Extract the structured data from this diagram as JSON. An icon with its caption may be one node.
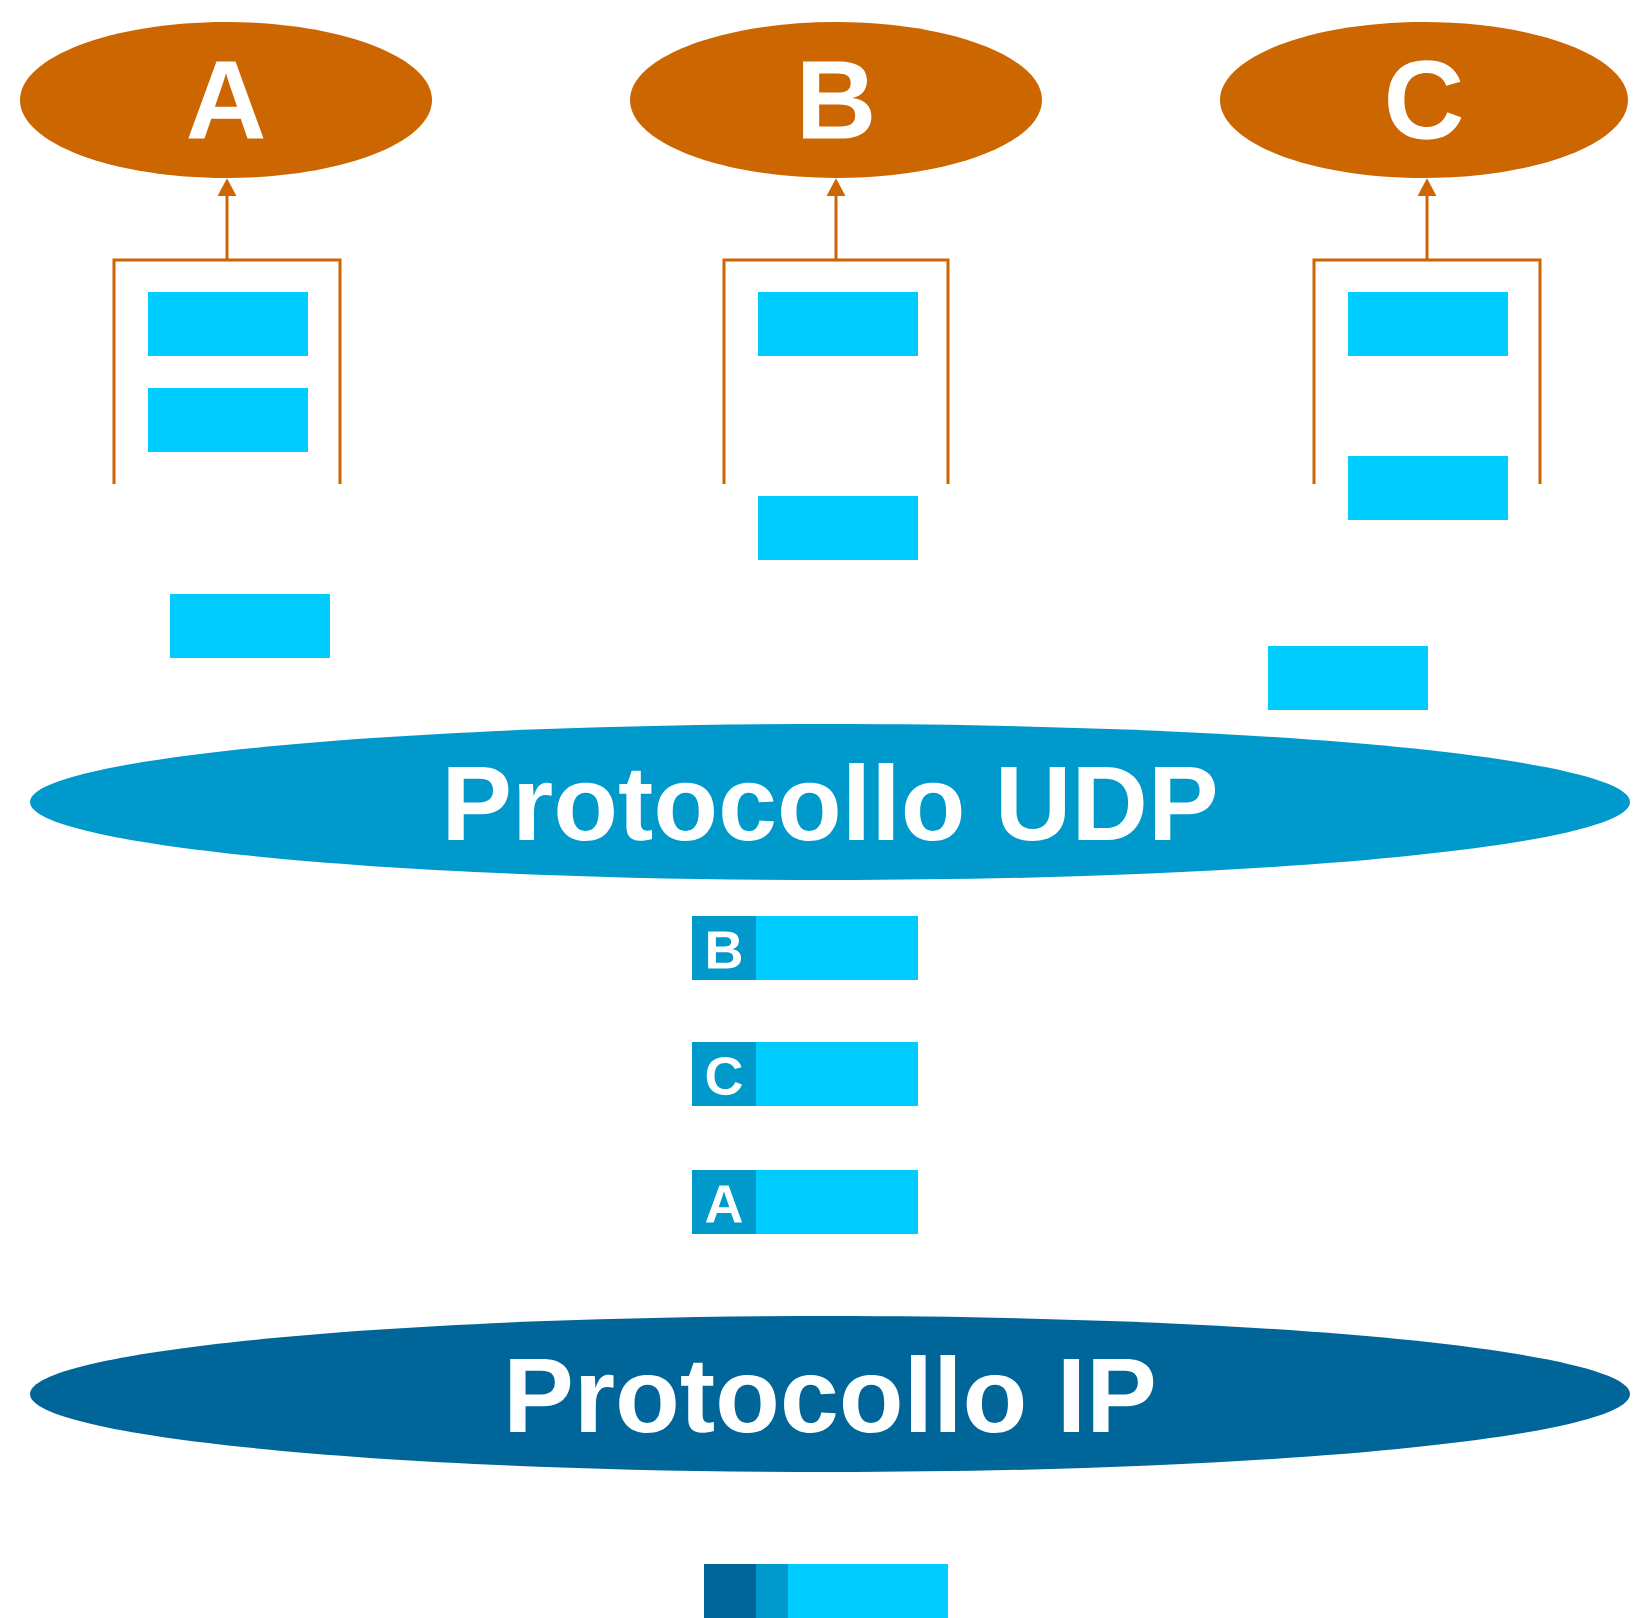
{
  "diagram": {
    "nodes": [
      {
        "text": [
          "A"
        ]
      },
      {
        "text": [
          "B"
        ]
      },
      {
        "text": [
          "C"
        ]
      },
      {
        "text": [],
        "shape": "box"
      },
      {
        "text": [],
        "shape": "box"
      },
      {
        "text": [],
        "shape": "box"
      },
      {
        "text": [],
        "shape": "bar",
        "in": 3
      },
      {
        "text": [],
        "shape": "bar",
        "in": 3
      },
      {
        "text": [],
        "shape": "bar",
        "in": 4
      },
      {
        "text": [],
        "shape": "bar",
        "in": 5
      },
      {
        "text": [],
        "shape": "bar"
      },
      {
        "text": [],
        "shape": "bar"
      },
      {
        "text": [],
        "shape": "bar"
      },
      {
        "text": [],
        "shape": "bar"
      },
      {
        "text": [
          "Protocollo UDP"
        ]
      },
      {
        "text": [
          "B"
        ]
      },
      {
        "text": [
          "C"
        ]
      },
      {
        "text": [
          "A"
        ]
      },
      {
        "text": [
          "Protocollo IP"
        ]
      },
      {
        "text": [],
        "shape": "bar"
      }
    ],
    "edges": [
      {
        "from": 3,
        "to": 0,
        "arrow": "to"
      },
      {
        "from": 4,
        "to": 1,
        "arrow": "to"
      },
      {
        "from": 5,
        "to": 2,
        "arrow": "to"
      }
    ]
  }
}
